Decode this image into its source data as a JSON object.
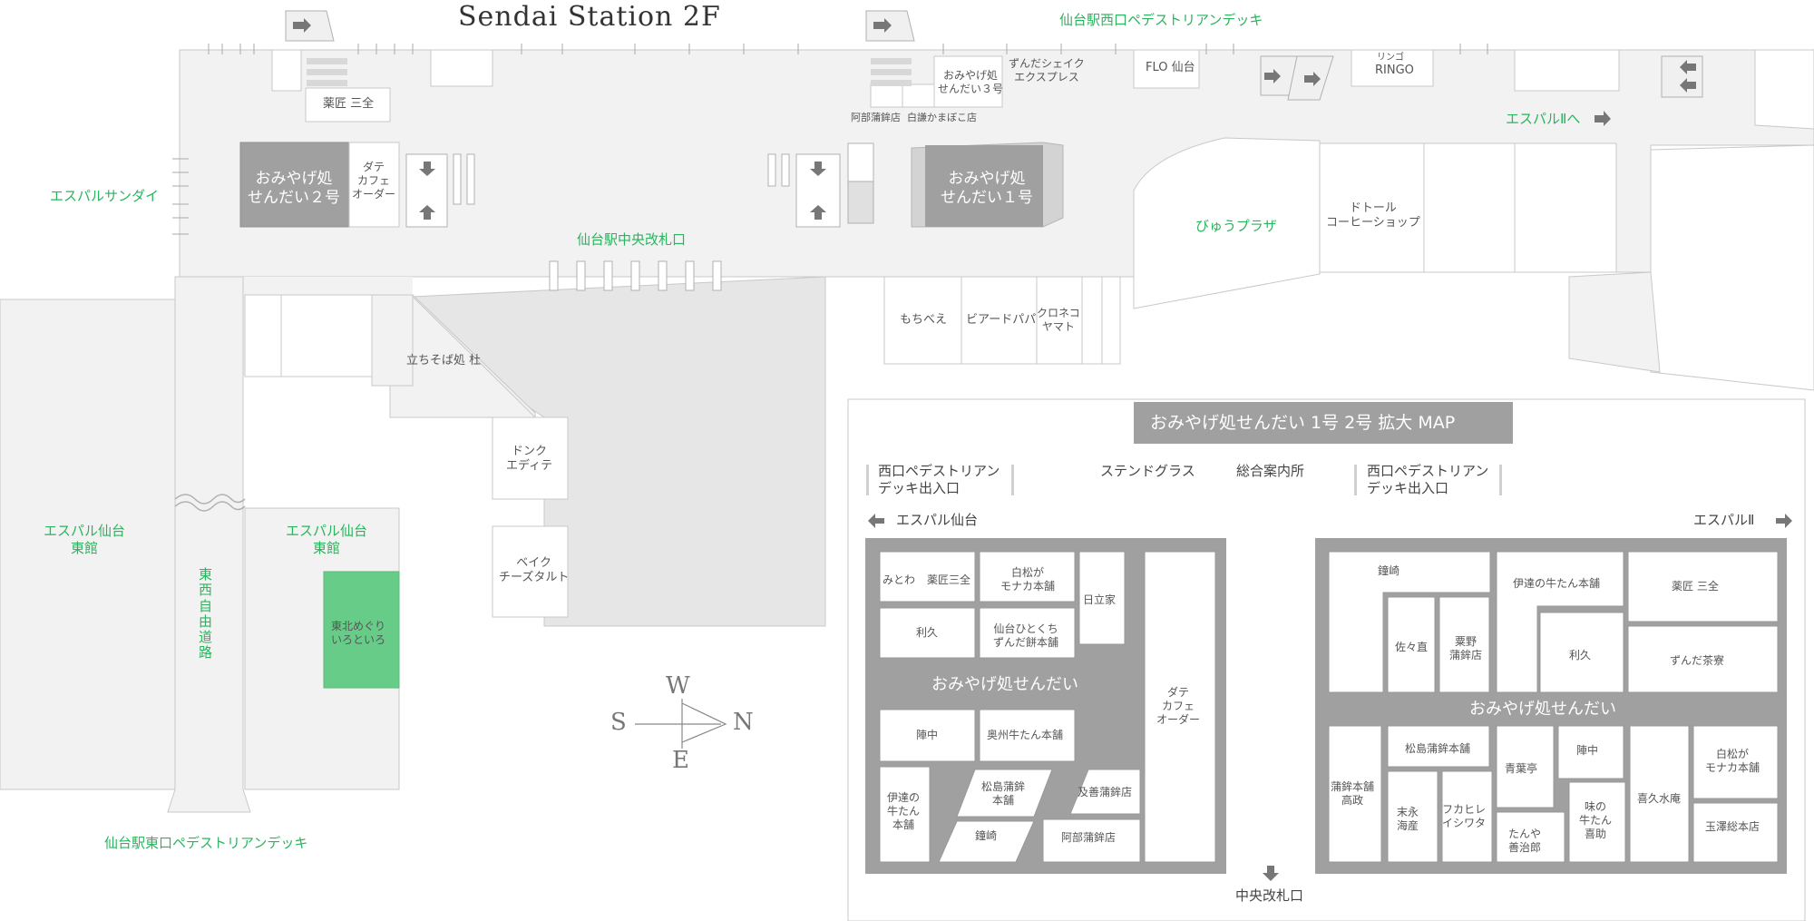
{
  "title": "Sendai Station 2F",
  "colors": {
    "accent_green": "#2bb35e",
    "highlight_shop": "#66cc88",
    "dark_block": "#a0a0a0",
    "floor": "#f2f2f2"
  },
  "labels": {
    "west_deck": "仙台駅西口ペデストリアンデッキ",
    "espal2_arrow": "エスパルⅡへ",
    "espal_sendai": "エスパルサンダイ",
    "central_gate": "仙台駅中央改札口",
    "view_plaza": "びゅうプラザ",
    "espal_east": "エスパル仙台\n東館",
    "espal_east_inner": "エスパル仙台\n東館",
    "east_west_road": "東\n西\n自\n由\n道\n路",
    "east_deck": "仙台駅東口ペデストリアンデッキ"
  },
  "shops": {
    "yakusho_top": "薬匠 三全",
    "omiyage2": "おみやげ処\nせんだい２号",
    "date_cafe": "ダテ\nカフェ\nオーダー",
    "omiyage1": "おみやげ処\nせんだい１号",
    "omiyage3": "おみやげ処\nせんだい３号",
    "zunda_shake": "ずんだシェイク\nエクスプレス",
    "abe": "阿部蒲鉾店",
    "hakken": "白謙かまぼこ店",
    "flo": "FLO 仙台",
    "ringo_small": "リンゴ",
    "ringo": "RINGO",
    "doutor": "ドトール\nコーヒーショップ",
    "mochibee": "もちべえ",
    "beard": "ビアードパパ",
    "kuroneko": "クロネコ\nヤマト",
    "tachisoba": "立ちそば処 杜",
    "donq": "ドンク\nエディテ",
    "bake": "ベイク\nチーズタルト",
    "tohoku": "東北めぐり\nいろといろ"
  },
  "compass": {
    "w": "W",
    "s": "S",
    "n": "N",
    "e": "E"
  },
  "inset": {
    "title": "おみやげ処せんだい 1号 2号 拡大 MAP",
    "west_exit_left": "西口ペデストリアン\nデッキ出入口",
    "stained_glass": "ステンドグラス",
    "info": "総合案内所",
    "west_exit_right": "西口ペデストリアン\nデッキ出入口",
    "to_espal": "エスパル仙台",
    "to_espal2": "エスパルⅡ",
    "center_label": "おみやげ処せんだい",
    "central_gate": "中央改札口",
    "left": {
      "mitowa": "みとわ",
      "yakusho": "薬匠三全",
      "shiromatsu": "白松が\nモナカ本舗",
      "hitachiya": "日立家",
      "rikyu": "利久",
      "hitokuchi": "仙台ひとくち\nずんだ餅本舗",
      "datecafe": "ダテ\nカフェ\nオーダー",
      "jinchu": "陣中",
      "oshu": "奥州牛たん本舗",
      "date_gyutan": "伊達の\n牛たん\n本舗",
      "matsushima": "松島蒲鉾\n本舗",
      "oizen": "及善蒲鉾店",
      "kanesaki": "鐘崎",
      "abe": "阿部蒲鉾店"
    },
    "right": {
      "kanesaki": "鐘崎",
      "date_gyutan": "伊達の牛たん本舗",
      "yakusho": "薬匠 三全",
      "sasanao": "佐々直",
      "kurino": "粟野\n蒲鉾店",
      "rikyu": "利久",
      "zunda": "ずんだ茶寮",
      "kamaboko_takaosa": "蒲鉾本舗\n高政",
      "matsushima": "松島蒲鉾本舗",
      "seiyotei": "青葉亭",
      "jinchu": "陣中",
      "kikusui": "喜久水庵",
      "shiromatsu": "白松が\nモナカ本舗",
      "suenaga": "末永\n海産",
      "fukahire": "フカヒレ\nイシワタ",
      "aji_gyutan": "味の\n牛たん\n喜助",
      "tanya": "たんや\n善治郎",
      "tamazawa": "玉澤総本店"
    }
  }
}
